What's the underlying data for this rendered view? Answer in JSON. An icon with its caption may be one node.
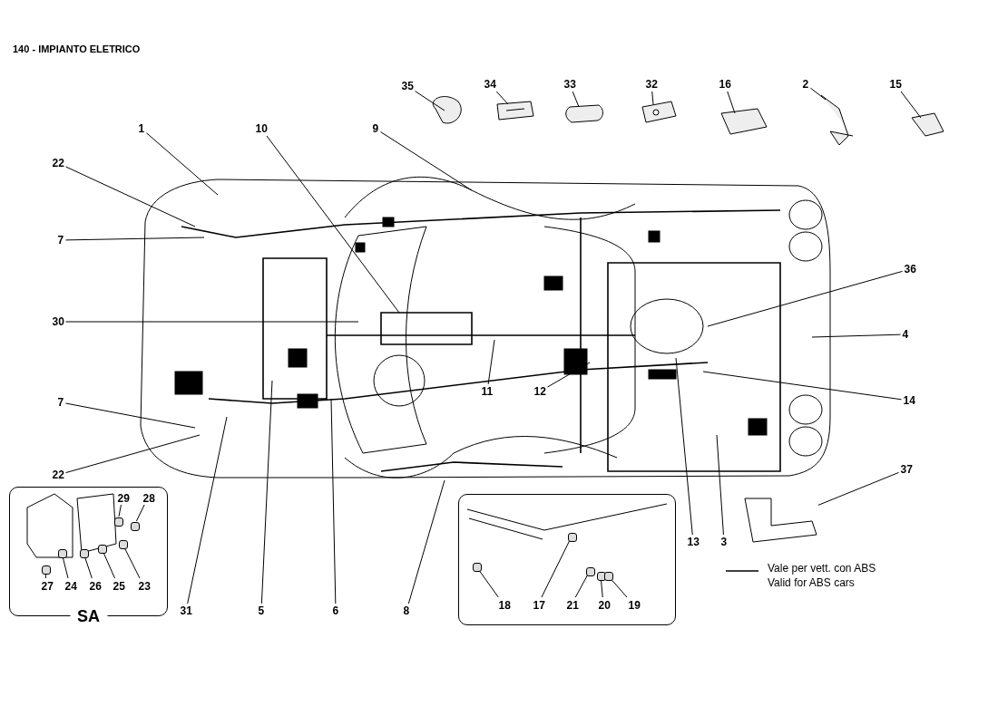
{
  "diagram": {
    "title": "140 - IMPIANTO ELETRICO",
    "nodes": [
      {
        "text": [
          "SA"
        ]
      },
      {
        "text": [
          "29"
        ],
        "in": 0
      },
      {
        "text": [
          "28"
        ],
        "in": 0
      },
      {
        "text": [
          "23"
        ],
        "in": 0
      },
      {
        "text": [
          "25"
        ],
        "in": 0
      },
      {
        "text": [
          "26"
        ],
        "in": 0
      },
      {
        "text": [
          "24"
        ],
        "in": 0
      },
      {
        "text": [
          "27"
        ],
        "in": 0
      },
      {
        "text": [],
        "shape": "box"
      },
      {
        "text": [
          "18"
        ],
        "in": 8
      },
      {
        "text": [
          "17"
        ],
        "in": 8
      },
      {
        "text": [
          "21"
        ],
        "in": 8
      },
      {
        "text": [
          "20"
        ],
        "in": 8
      },
      {
        "text": [
          "19"
        ],
        "in": 8
      },
      {
        "text": [
          "35"
        ]
      },
      {
        "text": [
          "34"
        ]
      },
      {
        "text": [
          "33"
        ]
      },
      {
        "text": [
          "32"
        ]
      },
      {
        "text": [
          "16"
        ]
      },
      {
        "text": [
          "2"
        ]
      },
      {
        "text": [
          "15"
        ]
      },
      {
        "text": [
          "1"
        ]
      },
      {
        "text": [
          "10"
        ]
      },
      {
        "text": [
          "9"
        ]
      },
      {
        "text": [
          "22"
        ]
      },
      {
        "text": [
          "7"
        ]
      },
      {
        "text": [
          "30"
        ]
      },
      {
        "text": [
          "36"
        ]
      },
      {
        "text": [
          "4"
        ]
      },
      {
        "text": [
          "11"
        ]
      },
      {
        "text": [
          "12"
        ]
      },
      {
        "text": [
          "14"
        ]
      },
      {
        "text": [
          "7"
        ]
      },
      {
        "text": [
          "22"
        ]
      },
      {
        "text": [
          "37"
        ]
      },
      {
        "text": [
          "31"
        ]
      },
      {
        "text": [
          "5"
        ]
      },
      {
        "text": [
          "6"
        ]
      },
      {
        "text": [
          "8"
        ]
      },
      {
        "text": [
          "13"
        ]
      },
      {
        "text": [
          "3"
        ]
      },
      {
        "text": [],
        "shape": "box",
        "in": 0
      },
      {
        "text": [],
        "shape": "box",
        "in": 0
      },
      {
        "text": [],
        "shape": "box",
        "in": 0
      },
      {
        "text": [],
        "shape": "box",
        "in": 0
      },
      {
        "text": [],
        "shape": "box",
        "in": 0
      },
      {
        "text": [],
        "shape": "box",
        "in": 0
      },
      {
        "text": [],
        "shape": "box",
        "in": 0
      },
      {
        "text": [],
        "shape": "box",
        "in": 8
      },
      {
        "text": [],
        "shape": "box",
        "in": 8
      },
      {
        "text": [],
        "shape": "box",
        "in": 8
      },
      {
        "text": [],
        "shape": "box",
        "in": 8
      },
      {
        "text": [],
        "shape": "box",
        "in": 8
      },
      {
        "text": [],
        "shape": "bracket"
      }
    ],
    "edges": [
      {
        "from": 1,
        "to": 41,
        "arrow": "none"
      },
      {
        "from": 2,
        "to": 42,
        "arrow": "none"
      },
      {
        "from": 3,
        "to": 43,
        "arrow": "none"
      },
      {
        "from": 4,
        "to": 44,
        "arrow": "none"
      },
      {
        "from": 5,
        "to": 45,
        "arrow": "none"
      },
      {
        "from": 6,
        "to": 46,
        "arrow": "none"
      },
      {
        "from": 7,
        "to": 47,
        "arrow": "none"
      },
      {
        "from": 9,
        "to": 48,
        "arrow": "none"
      },
      {
        "from": 10,
        "to": 49,
        "arrow": "none"
      },
      {
        "from": 11,
        "to": 50,
        "arrow": "none"
      },
      {
        "from": 12,
        "to": 51,
        "arrow": "none"
      },
      {
        "from": 13,
        "to": 52,
        "arrow": "none"
      },
      {
        "from": 14,
        "to": null,
        "arrow": "none"
      },
      {
        "from": 15,
        "to": null,
        "arrow": "none"
      },
      {
        "from": 16,
        "to": null,
        "arrow": "none"
      },
      {
        "from": 17,
        "to": null,
        "arrow": "none"
      },
      {
        "from": 18,
        "to": null,
        "arrow": "none"
      },
      {
        "from": 19,
        "to": null,
        "arrow": "none"
      },
      {
        "from": 20,
        "to": null,
        "arrow": "none"
      },
      {
        "from": 21,
        "to": null,
        "arrow": "none"
      },
      {
        "from": 22,
        "to": null,
        "arrow": "none"
      },
      {
        "from": 23,
        "to": null,
        "arrow": "none"
      },
      {
        "from": 24,
        "to": null,
        "arrow": "none"
      },
      {
        "from": 25,
        "to": null,
        "arrow": "none"
      },
      {
        "from": 26,
        "to": null,
        "arrow": "none"
      },
      {
        "from": 27,
        "to": null,
        "arrow": "none"
      },
      {
        "from": 28,
        "to": null,
        "arrow": "none"
      },
      {
        "from": 29,
        "to": null,
        "arrow": "none"
      },
      {
        "from": 30,
        "to": null,
        "arrow": "none"
      },
      {
        "from": 31,
        "to": null,
        "arrow": "none"
      },
      {
        "from": 32,
        "to": null,
        "arrow": "none"
      },
      {
        "from": 33,
        "to": null,
        "arrow": "none"
      },
      {
        "from": 34,
        "to": 53,
        "arrow": "none"
      },
      {
        "from": 35,
        "to": null,
        "arrow": "none"
      },
      {
        "from": 36,
        "to": null,
        "arrow": "none"
      },
      {
        "from": 37,
        "to": null,
        "arrow": "none"
      },
      {
        "from": 38,
        "to": null,
        "arrow": "none"
      },
      {
        "from": 39,
        "to": null,
        "arrow": "none"
      },
      {
        "from": 40,
        "to": null,
        "arrow": "none"
      }
    ],
    "labels": [
      "Valid for ABS cars"
    ],
    "legend": [
      {
        "text": "Vale per vett. con ABS"
      }
    ]
  }
}
